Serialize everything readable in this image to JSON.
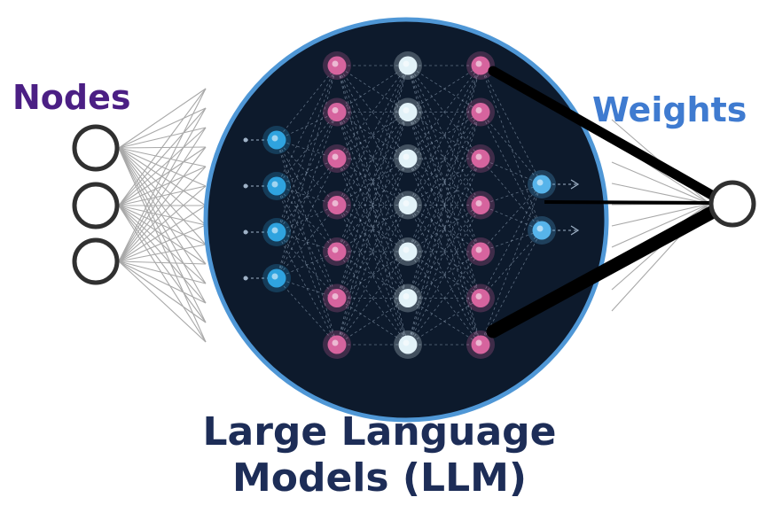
{
  "labels": {
    "nodes": "Nodes",
    "weights": "Weights",
    "caption_line1": "Large Language",
    "caption_line2": "Models (LLM)"
  },
  "colors": {
    "nodes_label": "#4b1f84",
    "weights_label": "#3f7bd0",
    "caption": "#1d2d57",
    "circle_bg": "#0d1a2c",
    "circle_border": "#4f97d6",
    "input_node": "#2fa3df",
    "pink_node": "#d6649e",
    "white_node": "#e2f2f8",
    "output_node": "#57b4ea",
    "outer_node_stroke": "#303030",
    "connector": "#a8a8a8",
    "weight_line": "#000000"
  },
  "network": {
    "layers": [
      {
        "name": "input",
        "count": 4,
        "color_key": "input_node"
      },
      {
        "name": "hidden-1",
        "count": 7,
        "color_key": "pink_node"
      },
      {
        "name": "hidden-2",
        "count": 7,
        "color_key": "white_node"
      },
      {
        "name": "hidden-3",
        "count": 7,
        "color_key": "pink_node"
      },
      {
        "name": "output",
        "count": 2,
        "color_key": "output_node"
      }
    ],
    "outer_input_nodes": 3,
    "outer_output_nodes": 1
  }
}
